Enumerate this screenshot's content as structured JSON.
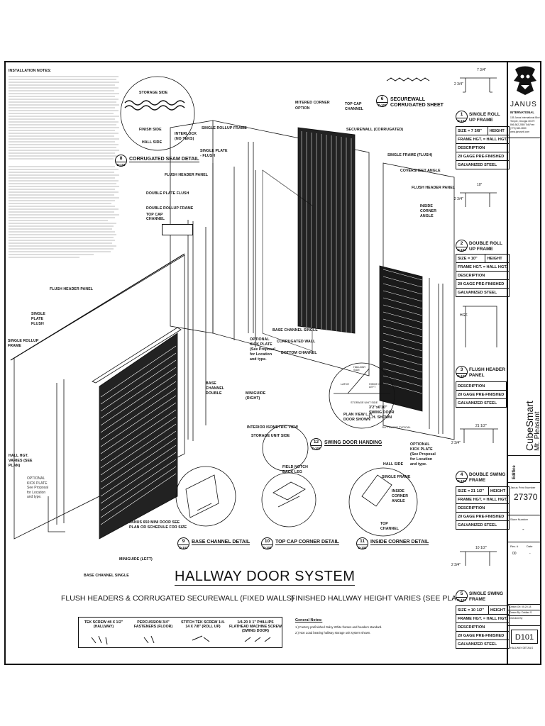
{
  "installation_notes": {
    "heading": "INSTALLATION NOTES:"
  },
  "main_labels": {
    "storage_side": "STORAGE SIDE",
    "finish_side": "FINISH SIDE",
    "hall_side": "HALL SIDE",
    "interlock": "INTERLOCK",
    "no_tek": "(NO TEKS)",
    "single_rollup_frame": "SINGLE ROLLUP FRAME",
    "mitered_corner": "MITERED CORNER",
    "option": "OPTION",
    "top_cap_channel": "TOP CAP CHANNEL",
    "corrugated_wall": "SECUREWALL (CORRUGATED)",
    "single_plate_flush": "SINGLE PLATE - FLUSH",
    "single_frame_flush": "SINGLE FRAME (FLUSH)",
    "flush_header_panel": "FLUSH HEADER PANEL",
    "double_plate_flush": "DOUBLE PLATE FLUSH",
    "double_rollup_frame": "DOUBLE ROLLUP FRAME",
    "top_cap_channel_2": "TOP CAP CHANNEL",
    "cover_sheet_angle": "COVERSHEET ANGLE",
    "flush_header_panel_2": "FLUSH HEADER PANEL",
    "inside_corner_angle": "INSIDE CORNER ANGLE",
    "flush_header_panel_left": "FLUSH HEADER PANEL",
    "single_plate_flush_left": "SINGLE PLATE FLUSH",
    "single_rollup_frame_left": "SINGLE ROLLUP FRAME",
    "base_channel_single": "BASE CHANNEL SINGLE",
    "corrugated_wall_2": "CORRUGATED WALL",
    "bottom_channel": "BOTTOM CHANNEL",
    "optional_kick_plate": "OPTIONAL KICK PLATE (See Proposal for Location and type.",
    "base_channel_double": "BASE CHANNEL DOUBLE",
    "mini_guide_right": "MINIGUIDE (RIGHT)",
    "hall_height": "HALL HGT. VARIES (SEE PLAN)",
    "optional_kick_plate_left": "OPTIONAL KICK PLATE See Proposal for Location and type.",
    "janus_mini_door": "JANUS 650 MINI DOOR SEE PLAN OR SCHEDULE FOR SIZE",
    "mini_guide_left": "MINIGUIDE (LEFT)",
    "base_channel_single_2": "BASE CHANNEL SINGLE",
    "interior_iso_view": "INTERIOR ISOMETRIC VIEW",
    "storage_unit_side": "STORAGE UNIT SIDE",
    "swing_door_label": "3'2\"x6'10\" SWING DOOR L.H. SHOWN",
    "plan_view": "PLAN VIEW L.H. DOOR SHOWN",
    "optional_kick_plate_right": "OPTIONAL KICK PLATE (See Proposal for Location and type.",
    "hall_side_2": "HALL SIDE",
    "single_frame": "SINGLE FRAME",
    "inside_corner_angle_2": "INSIDE CORNER ANGLE",
    "top_channel": "TOP CHANNEL",
    "field_notch": "FIELD NOTCH BACK LEG",
    "hallway_side": "HALLWAY SIDE",
    "latch": "LATCH",
    "hinge": "HINGE ON LEFT",
    "storage_unit_side_2": "STORAGE UNIT SIDE",
    "out_swing": "OUT SWING TYPICAL"
  },
  "details": [
    {
      "num": "8",
      "ref": "D-101",
      "title": "CORRUGATED SEAM DETAIL"
    },
    {
      "num": "6",
      "ref": "D-101",
      "title": "SECUREWALL CORRUGATED SHEET"
    },
    {
      "num": "12",
      "ref": "D-101",
      "title": "SWING DOOR HANDING"
    },
    {
      "num": "9",
      "ref": "D-101",
      "title": "BASE CHANNEL DETAIL"
    },
    {
      "num": "10",
      "ref": "D-101",
      "title": "TOP CAP CORNER DETAIL"
    },
    {
      "num": "11",
      "ref": "D-101",
      "title": "INSIDE CORNER DETAIL"
    }
  ],
  "title_block": {
    "main_title": "HALLWAY DOOR SYSTEM",
    "subtitle_left": "FLUSH HEADERS  &  CORRUGATED SECUREWALL (FIXED WALLS)",
    "subtitle_right": "FINISHED HALLWAY HEIGHT VARIES (SEE PLAN)"
  },
  "fasteners": [
    {
      "label": "TEK SCREW #8 X 1/2\" (HALLWAY)"
    },
    {
      "label": "PERCUSSION 3/4\" FASTENERS (FLOOR)"
    },
    {
      "label": "STITCH TEK SCREW 1/4-14 X 7/8\" (ROLL UP)"
    },
    {
      "label": "1/4-20 X 1\" PHILLIPS FLATHEAD MACHINE SCREW (SWING DOOR)"
    }
  ],
  "general_notes": {
    "heading": "General Notes:",
    "items": [
      "1.) Factory prefinished Galvy White frames and headers standard.",
      "2.) Non Load bearing hallway storage unit system shown."
    ]
  },
  "frame_tables": [
    {
      "num": "1",
      "ref": "D-101",
      "title": "SINGLE ROLL UP FRAME",
      "dim_top": "7 3/4\"",
      "dim_side": "2 3/4\"",
      "rows": [
        [
          "SIZE = 7 3/8\"",
          "HEIGHT"
        ],
        [
          "FRAME HGT. = HALL HGT.",
          ""
        ],
        [
          "DESCRIPTION",
          ""
        ],
        [
          "20 GAGE PRE-FINISHED",
          ""
        ],
        [
          "GALVANIZED STEEL",
          ""
        ]
      ]
    },
    {
      "num": "2",
      "ref": "D-101",
      "title": "DOUBLE ROLL UP FRAME",
      "dim_top": "10\"",
      "dim_side": "2 3/4\"",
      "rows": [
        [
          "SIZE = 10\"",
          "HEIGHT"
        ],
        [
          "FRAME HGT. = HALL HGT.",
          ""
        ],
        [
          "DESCRIPTION",
          ""
        ],
        [
          "20 GAGE PRE-FINISHED",
          ""
        ],
        [
          "GALVANIZED STEEL",
          ""
        ]
      ]
    },
    {
      "num": "3",
      "ref": "D-101",
      "title": "FLUSH HEADER PANEL",
      "dim_top": "",
      "dim_side": "HGT.",
      "rows": [
        [
          "DESCRIPTION",
          ""
        ],
        [
          "20 GAGE PRE-FINISHED",
          ""
        ],
        [
          "GALVANIZED STEEL",
          ""
        ]
      ]
    },
    {
      "num": "4",
      "ref": "D-101",
      "title": "DOUBLE SWING FRAME",
      "dim_top": "21 1/2\"",
      "dim_side": "2 3/4\"",
      "rows": [
        [
          "SIZE = 21 1/2\"",
          "HEIGHT"
        ],
        [
          "FRAME HGT. = HALL HGT.",
          ""
        ],
        [
          "DESCRIPTION",
          ""
        ],
        [
          "20 GAGE PRE-FINISHED",
          ""
        ],
        [
          "GALVANIZED STEEL",
          ""
        ]
      ]
    },
    {
      "num": "5",
      "ref": "D-101",
      "title": "SINGLE SWING FRAME",
      "dim_top": "10 1/2\"",
      "dim_side": "2 3/4\"",
      "rows": [
        [
          "SIZE = 10 1/2\"",
          "HEIGHT"
        ],
        [
          "FRAME HGT. = HALL HGT.",
          ""
        ],
        [
          "DESCRIPTION",
          ""
        ],
        [
          "20 GAGE PRE-FINISHED",
          ""
        ],
        [
          "GALVANIZED STEEL",
          ""
        ]
      ]
    }
  ],
  "sidebar": {
    "brand": "JANUS",
    "brand_sub": "INTERNATIONAL",
    "address_1": "135 Janus International Blvd",
    "address_2": "Temple, Georgia 30179",
    "phone_1": "866-562-2580 Toll-Free",
    "phone_2": "(770) 562-2850",
    "web": "www.janusintl.com",
    "project_1": "CubeSmart",
    "project_2": "Mt. Pleasant",
    "edifice": "Edifice",
    "janus_print_label": "Janus Print Number",
    "janus_print": "27370",
    "store_number_label": "Store Number",
    "store_number": "-",
    "rev_label": "Rev. #",
    "date_label": "Date",
    "rev_value": "00",
    "rev_date": "-",
    "drawn_on_label": "Drawn On: 05.20.18",
    "drawn_by_label": "Drawn By: Cristian S.",
    "checked_label": "Checked By",
    "sheet": "D101",
    "sheet_name": "HALLWAY DETAILS"
  },
  "colors": {
    "ink": "#111111",
    "paper": "#ffffff",
    "hatch": "#333333"
  }
}
